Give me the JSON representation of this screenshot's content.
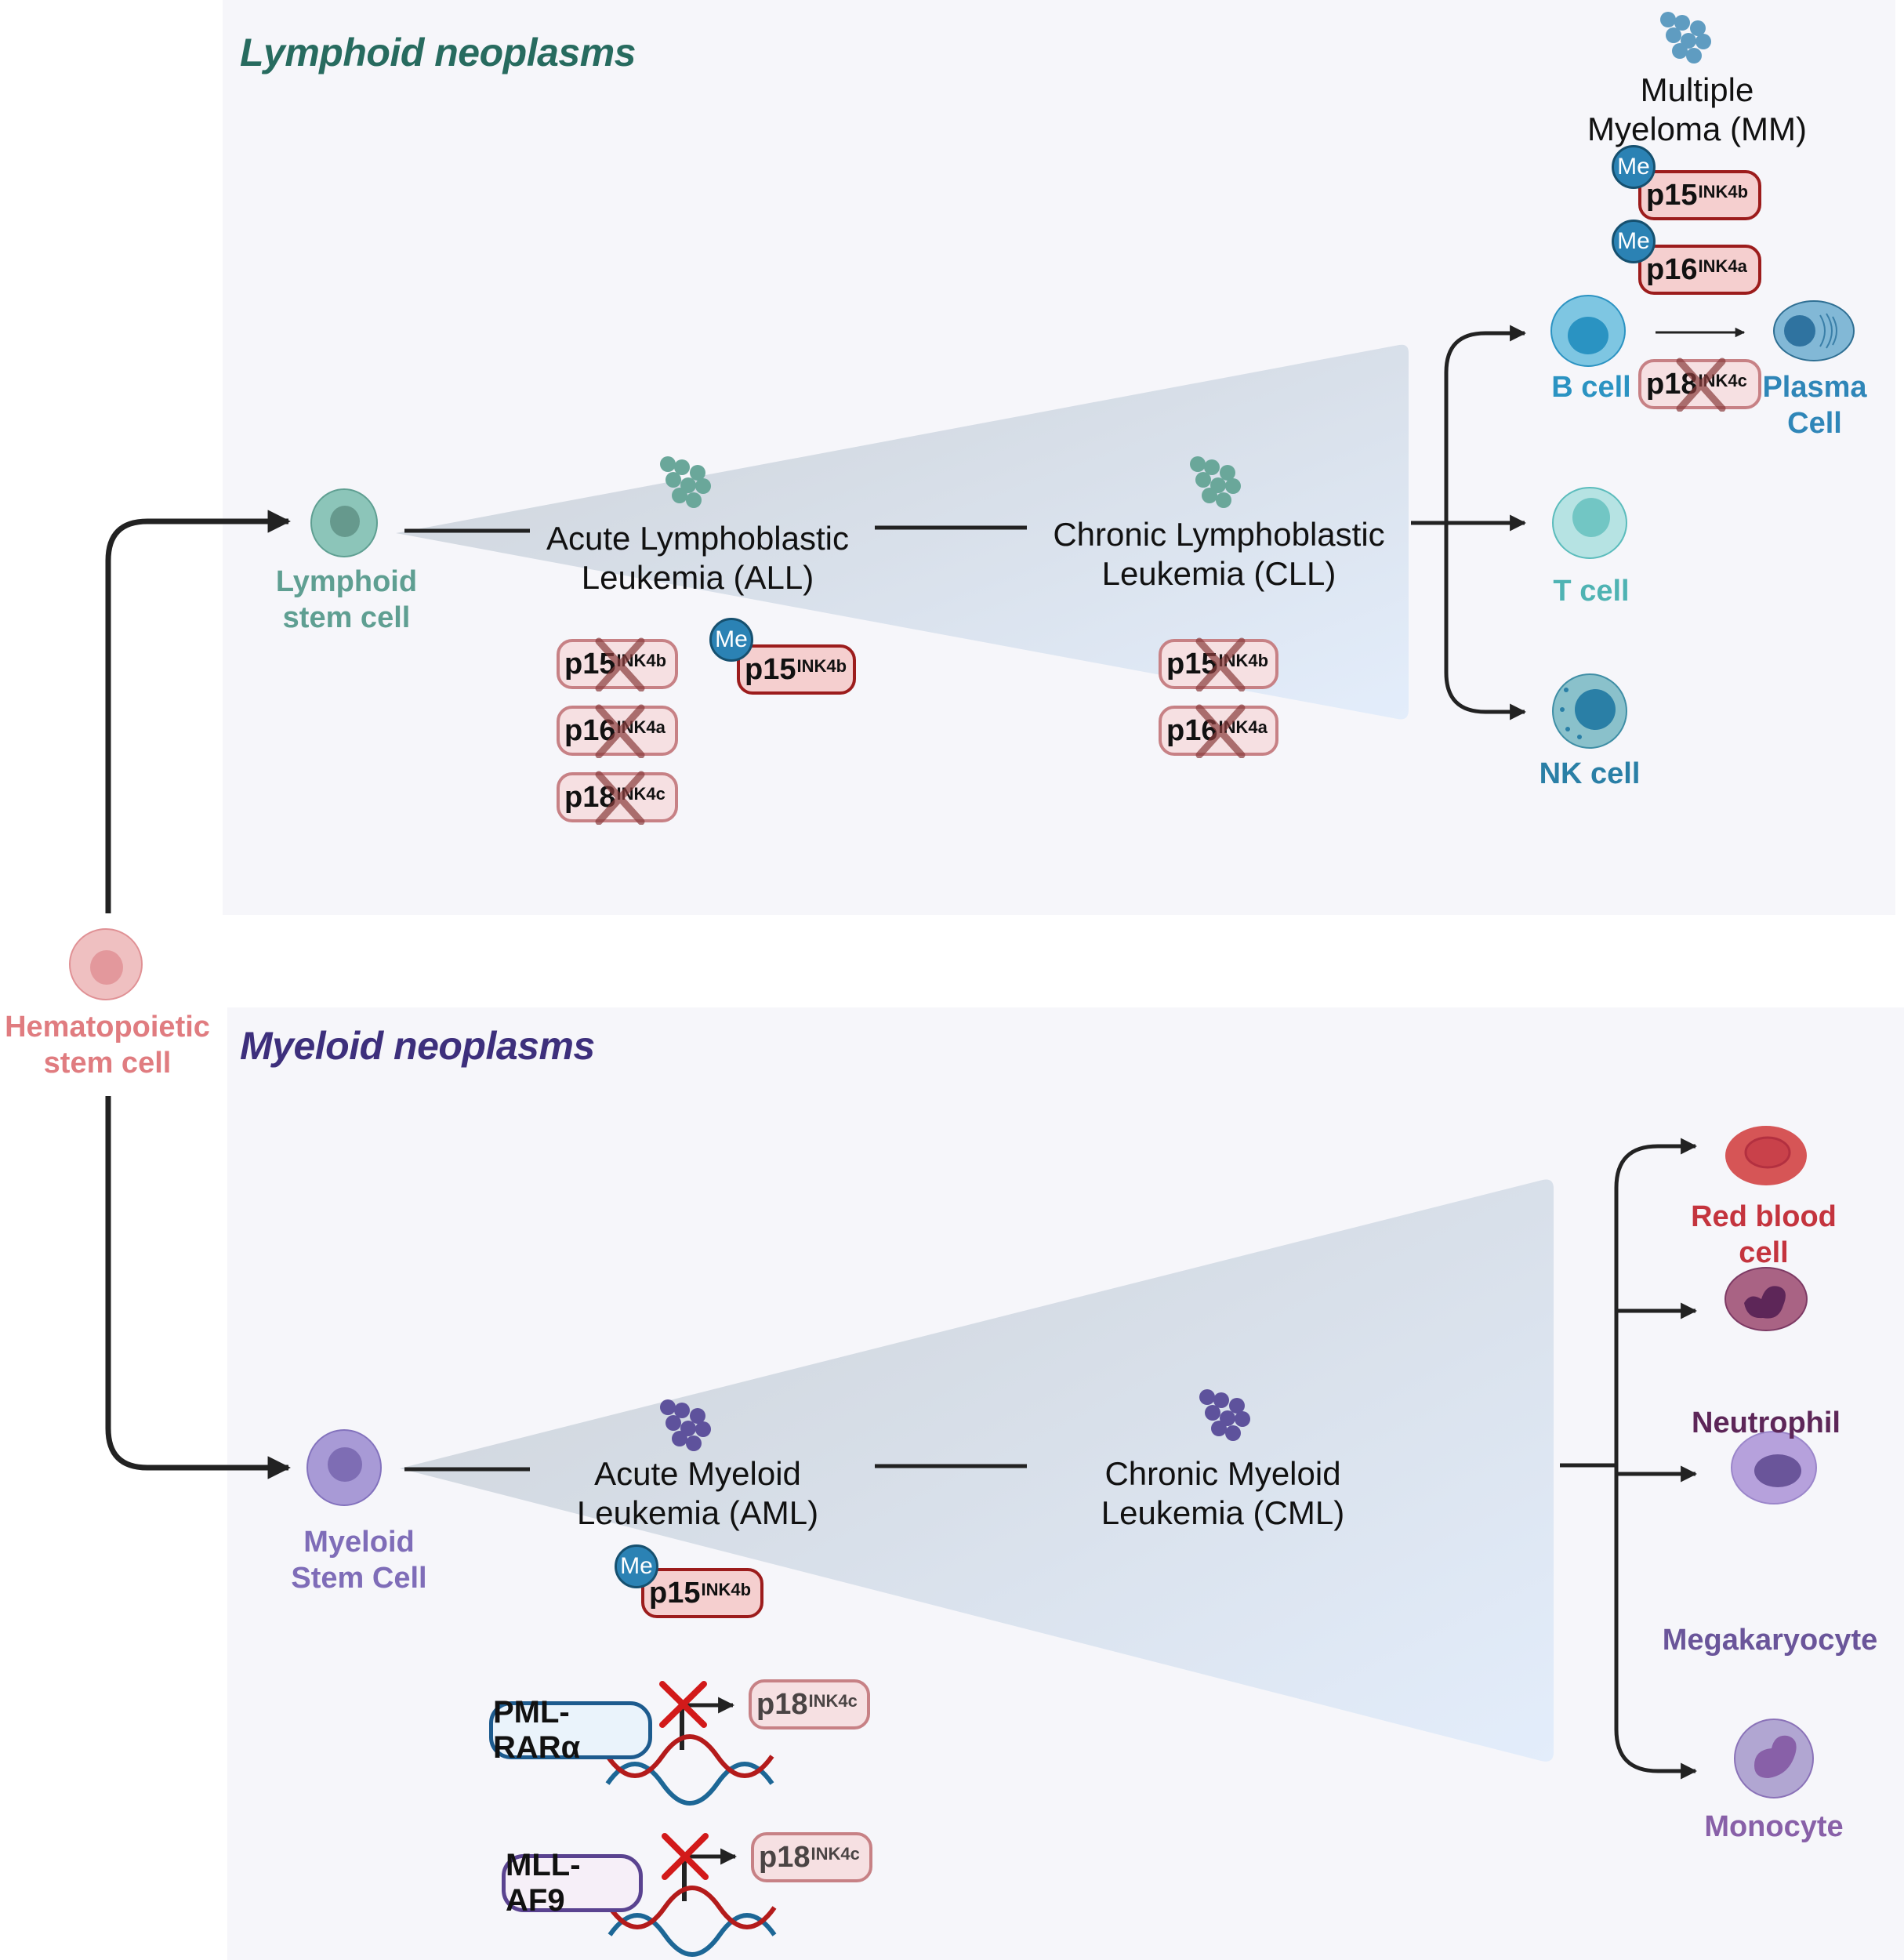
{
  "sections": {
    "lymphoid": {
      "title": "Lymphoid neoplasms",
      "title_color": "#276b5f"
    },
    "myeloid": {
      "title": "Myeloid neoplasms",
      "title_color": "#3d2f7c"
    }
  },
  "root_cell": {
    "label_line1": "Hematopoietic",
    "label_line2": "stem cell",
    "color": "#e07c80"
  },
  "lymphoid": {
    "stem_cell": {
      "label_line1": "Lymphoid",
      "label_line2": "stem cell",
      "color": "#5f9f92"
    },
    "diseases": [
      {
        "line1": "Acute Lymphoblastic",
        "line2": "Leukemia (ALL)"
      },
      {
        "line1": "Chronic Lymphoblastic",
        "line2": "Leukemia (CLL)"
      },
      {
        "line1": "Multiple",
        "line2": "Myeloma (MM)"
      }
    ],
    "all_genes": [
      {
        "name": "p15",
        "sup": "INK4b",
        "status": "deleted"
      },
      {
        "name": "p16",
        "sup": "INK4a",
        "status": "deleted"
      },
      {
        "name": "p18",
        "sup": "INK4c",
        "status": "deleted"
      },
      {
        "name": "p15",
        "sup": "INK4b",
        "status": "methylated",
        "mark": "Me"
      }
    ],
    "cll_genes": [
      {
        "name": "p15",
        "sup": "INK4b",
        "status": "deleted"
      },
      {
        "name": "p16",
        "sup": "INK4a",
        "status": "deleted"
      }
    ],
    "mm_genes": [
      {
        "name": "p15",
        "sup": "INK4b",
        "status": "methylated",
        "mark": "Me"
      },
      {
        "name": "p16",
        "sup": "INK4a",
        "status": "methylated",
        "mark": "Me"
      },
      {
        "name": "p18",
        "sup": "INK4c",
        "status": "deleted"
      }
    ],
    "mature_cells": [
      {
        "label": "B cell",
        "color": "#2b93c2"
      },
      {
        "label": "T cell",
        "color": "#4fb3b3"
      },
      {
        "label": "NK cell",
        "color": "#2a7fa6"
      }
    ],
    "plasma_cell": {
      "line1": "Plasma",
      "line2": "Cell",
      "color": "#2f86b8"
    }
  },
  "myeloid": {
    "stem_cell": {
      "label_line1": "Myeloid",
      "label_line2": "Stem Cell",
      "color": "#7f6db8"
    },
    "diseases": [
      {
        "line1": "Acute Myeloid",
        "line2": "Leukemia (AML)"
      },
      {
        "line1": "Chronic Myeloid",
        "line2": "Leukemia (CML)"
      }
    ],
    "aml_genes": [
      {
        "name": "p15",
        "sup": "INK4b",
        "status": "methylated",
        "mark": "Me"
      }
    ],
    "fusions": [
      {
        "label": "PML-RARα",
        "target": "p18",
        "target_sup": "INK4c",
        "border": "#1d5b8e",
        "fill": "#eaf3fb"
      },
      {
        "label": "MLL-AF9",
        "target": "p18",
        "target_sup": "INK4c",
        "border": "#5a4390",
        "fill": "#f6eff8"
      }
    ],
    "mature_cells": [
      {
        "line1": "Red blood",
        "line2": "cell",
        "color": "#c4343e"
      },
      {
        "line1": "Neutrophil",
        "line2": "",
        "color": "#5d2658"
      },
      {
        "line1": "Megakaryocyte",
        "line2": "",
        "color": "#6a559a"
      },
      {
        "line1": "Monocyte",
        "line2": "",
        "color": "#8860a8"
      }
    ]
  }
}
